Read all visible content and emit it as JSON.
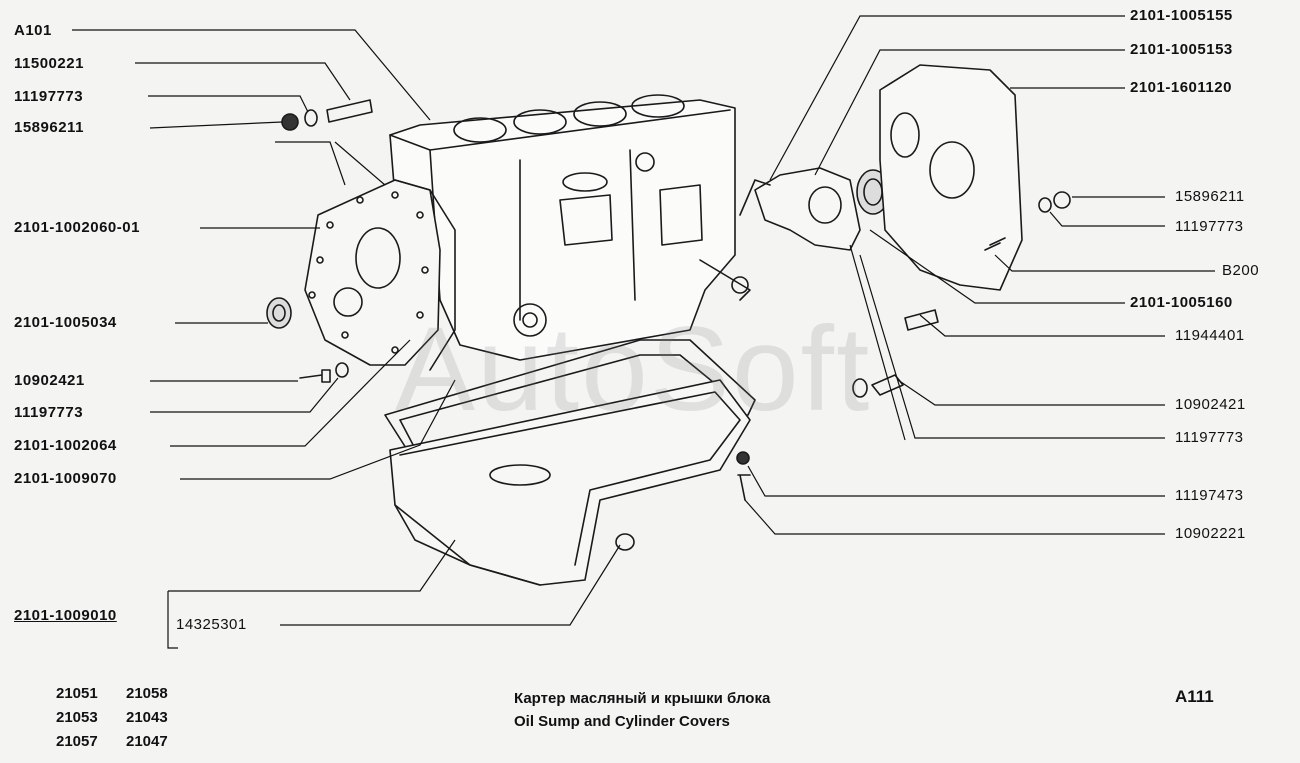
{
  "callouts": {
    "left": [
      {
        "id": "l1",
        "text": "A101"
      },
      {
        "id": "l2",
        "text": "11500221"
      },
      {
        "id": "l3",
        "text": "11197773"
      },
      {
        "id": "l4",
        "text": "15896211"
      },
      {
        "id": "l5",
        "text": "2101-1002060-01"
      },
      {
        "id": "l6",
        "text": "2101-1005034"
      },
      {
        "id": "l7",
        "text": "10902421"
      },
      {
        "id": "l8",
        "text": "11197773"
      },
      {
        "id": "l9",
        "text": "2101-1002064"
      },
      {
        "id": "l10",
        "text": "2101-1009070"
      },
      {
        "id": "l11",
        "text": "2101-1009010"
      },
      {
        "id": "l12",
        "text": "14325301"
      }
    ],
    "right": [
      {
        "id": "r1",
        "text": "2101-1005155"
      },
      {
        "id": "r2",
        "text": "2101-1005153"
      },
      {
        "id": "r3",
        "text": "2101-1601120"
      },
      {
        "id": "r4",
        "text": "15896211"
      },
      {
        "id": "r5",
        "text": "11197773"
      },
      {
        "id": "r6",
        "text": "B200"
      },
      {
        "id": "r7",
        "text": "2101-1005160"
      },
      {
        "id": "r8",
        "text": "11944401"
      },
      {
        "id": "r9",
        "text": "10902421"
      },
      {
        "id": "r10",
        "text": "11197773"
      },
      {
        "id": "r11",
        "text": "11197473"
      },
      {
        "id": "r12",
        "text": "10902221"
      }
    ]
  },
  "footer": {
    "models": [
      "21051",
      "21058",
      "21053",
      "21043",
      "21057",
      "21047"
    ],
    "title_ru": "Картер масляный и крышки блока",
    "title_en": "Oil Sump and Cylinder Covers",
    "page_code": "A111"
  },
  "watermark": "AutoSoft"
}
